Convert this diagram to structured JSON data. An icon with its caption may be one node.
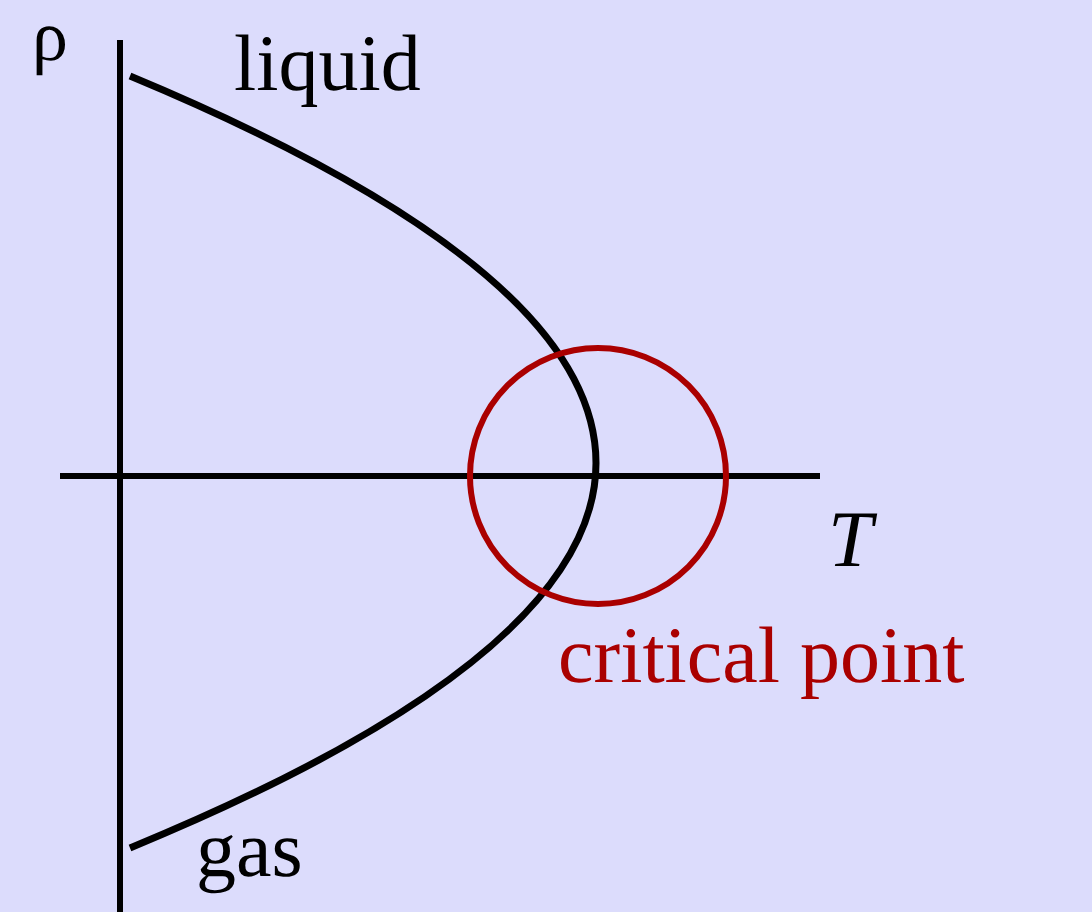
{
  "diagram": {
    "nodes": [
      {
        "text": [],
        "shape": "circle",
        "beside": [
          "critical point"
        ]
      }
    ],
    "labels": [
      "ρ",
      "liquid",
      "T",
      "gas"
    ]
  }
}
